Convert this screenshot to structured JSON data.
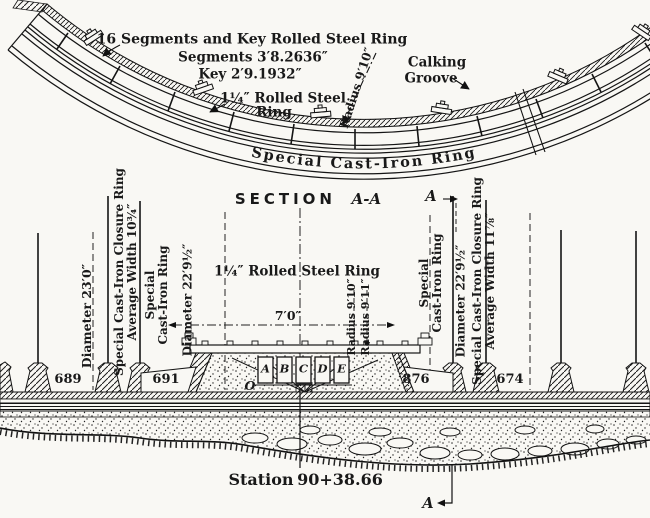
{
  "figure": {
    "ring_plan": {
      "segments_line1": "16 Segments and Key Rolled Steel Ring",
      "segments_line2": "Segments 3′8.2636″",
      "segments_line3": "Key 2′9.1932″",
      "rolled_steel_line1": "1¼″ Rolled Steel",
      "rolled_steel_line2": "Ring",
      "radius": "Radius 9′10″",
      "calking_line1": "Calking",
      "calking_line2": "Groove",
      "cast_iron_arc_label": "Special Cast-Iron Ring"
    },
    "section_title": {
      "word": "SECTION",
      "cut": "A-A"
    },
    "cross_section": {
      "left_labels": {
        "diameter_outer": "Diameter 23′0″",
        "closure_line1": "Special Cast-Iron Closure Ring",
        "closure_line2": "Average Width 10¾″",
        "cast_iron_line1": "Special",
        "cast_iron_line2": "Cast-Iron Ring",
        "diameter_inner": "Diameter 22′9½″"
      },
      "right_labels": {
        "cast_iron_line1": "Special",
        "cast_iron_line2": "Cast-Iron Ring",
        "diameter_inner": "Diameter 22′9½″",
        "closure_line1": "Special Cast-Iron Closure Ring",
        "closure_line2": "Average Width 11⅞″"
      },
      "rolled_steel_ring": "1¼″ Rolled Steel Ring",
      "width_dim": "7′0″",
      "radius_inner": "Radius 9′10″",
      "radius_outer": "Radius 9′11″",
      "duct_letters": [
        "A",
        "B",
        "C",
        "D",
        "E"
      ],
      "origin_letter": "O",
      "ring_numbers": [
        "689",
        "691",
        "876",
        "674"
      ],
      "section_marker": "A",
      "station_word": "Station",
      "station_value": "90+38.66"
    }
  }
}
